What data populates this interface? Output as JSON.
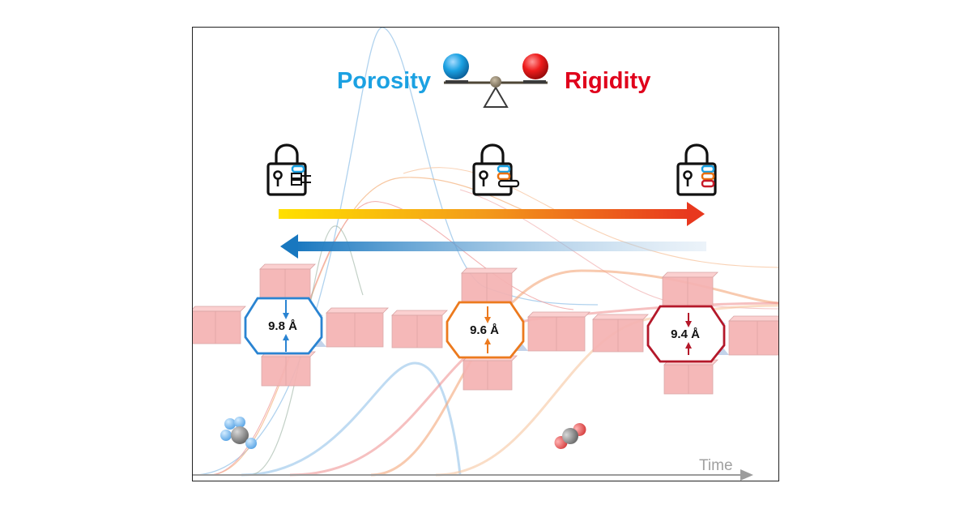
{
  "header": {
    "left_label": "Porosity",
    "right_label": "Rigidity",
    "left_color": "#1ba1e2",
    "right_color": "#e0001b"
  },
  "locks": [
    {
      "name": "lock-left",
      "stripe_colors": [
        "#1ba1e2"
      ]
    },
    {
      "name": "lock-middle",
      "stripe_colors": [
        "#1ba1e2",
        "#e8700f"
      ]
    },
    {
      "name": "lock-right",
      "stripe_colors": [
        "#1ba1e2",
        "#e8700f",
        "#c81a28"
      ]
    }
  ],
  "arrows": {
    "forward_gradient": [
      "#ffe000",
      "#f39a1a",
      "#e8381e"
    ],
    "backward_gradient": [
      "#1877bf",
      "#c9ddef"
    ]
  },
  "frameworks": [
    {
      "pore_size": "9.8 Å",
      "color": "#2a84d2"
    },
    {
      "pore_size": "9.6 Å",
      "color": "#ec7a1e"
    },
    {
      "pore_size": "9.4 Å",
      "color": "#b4182a"
    }
  ],
  "time_axis": {
    "label": "Time"
  },
  "molecules": [
    {
      "name": "methane-molecule-icon"
    },
    {
      "name": "co2-molecule-icon"
    }
  ]
}
